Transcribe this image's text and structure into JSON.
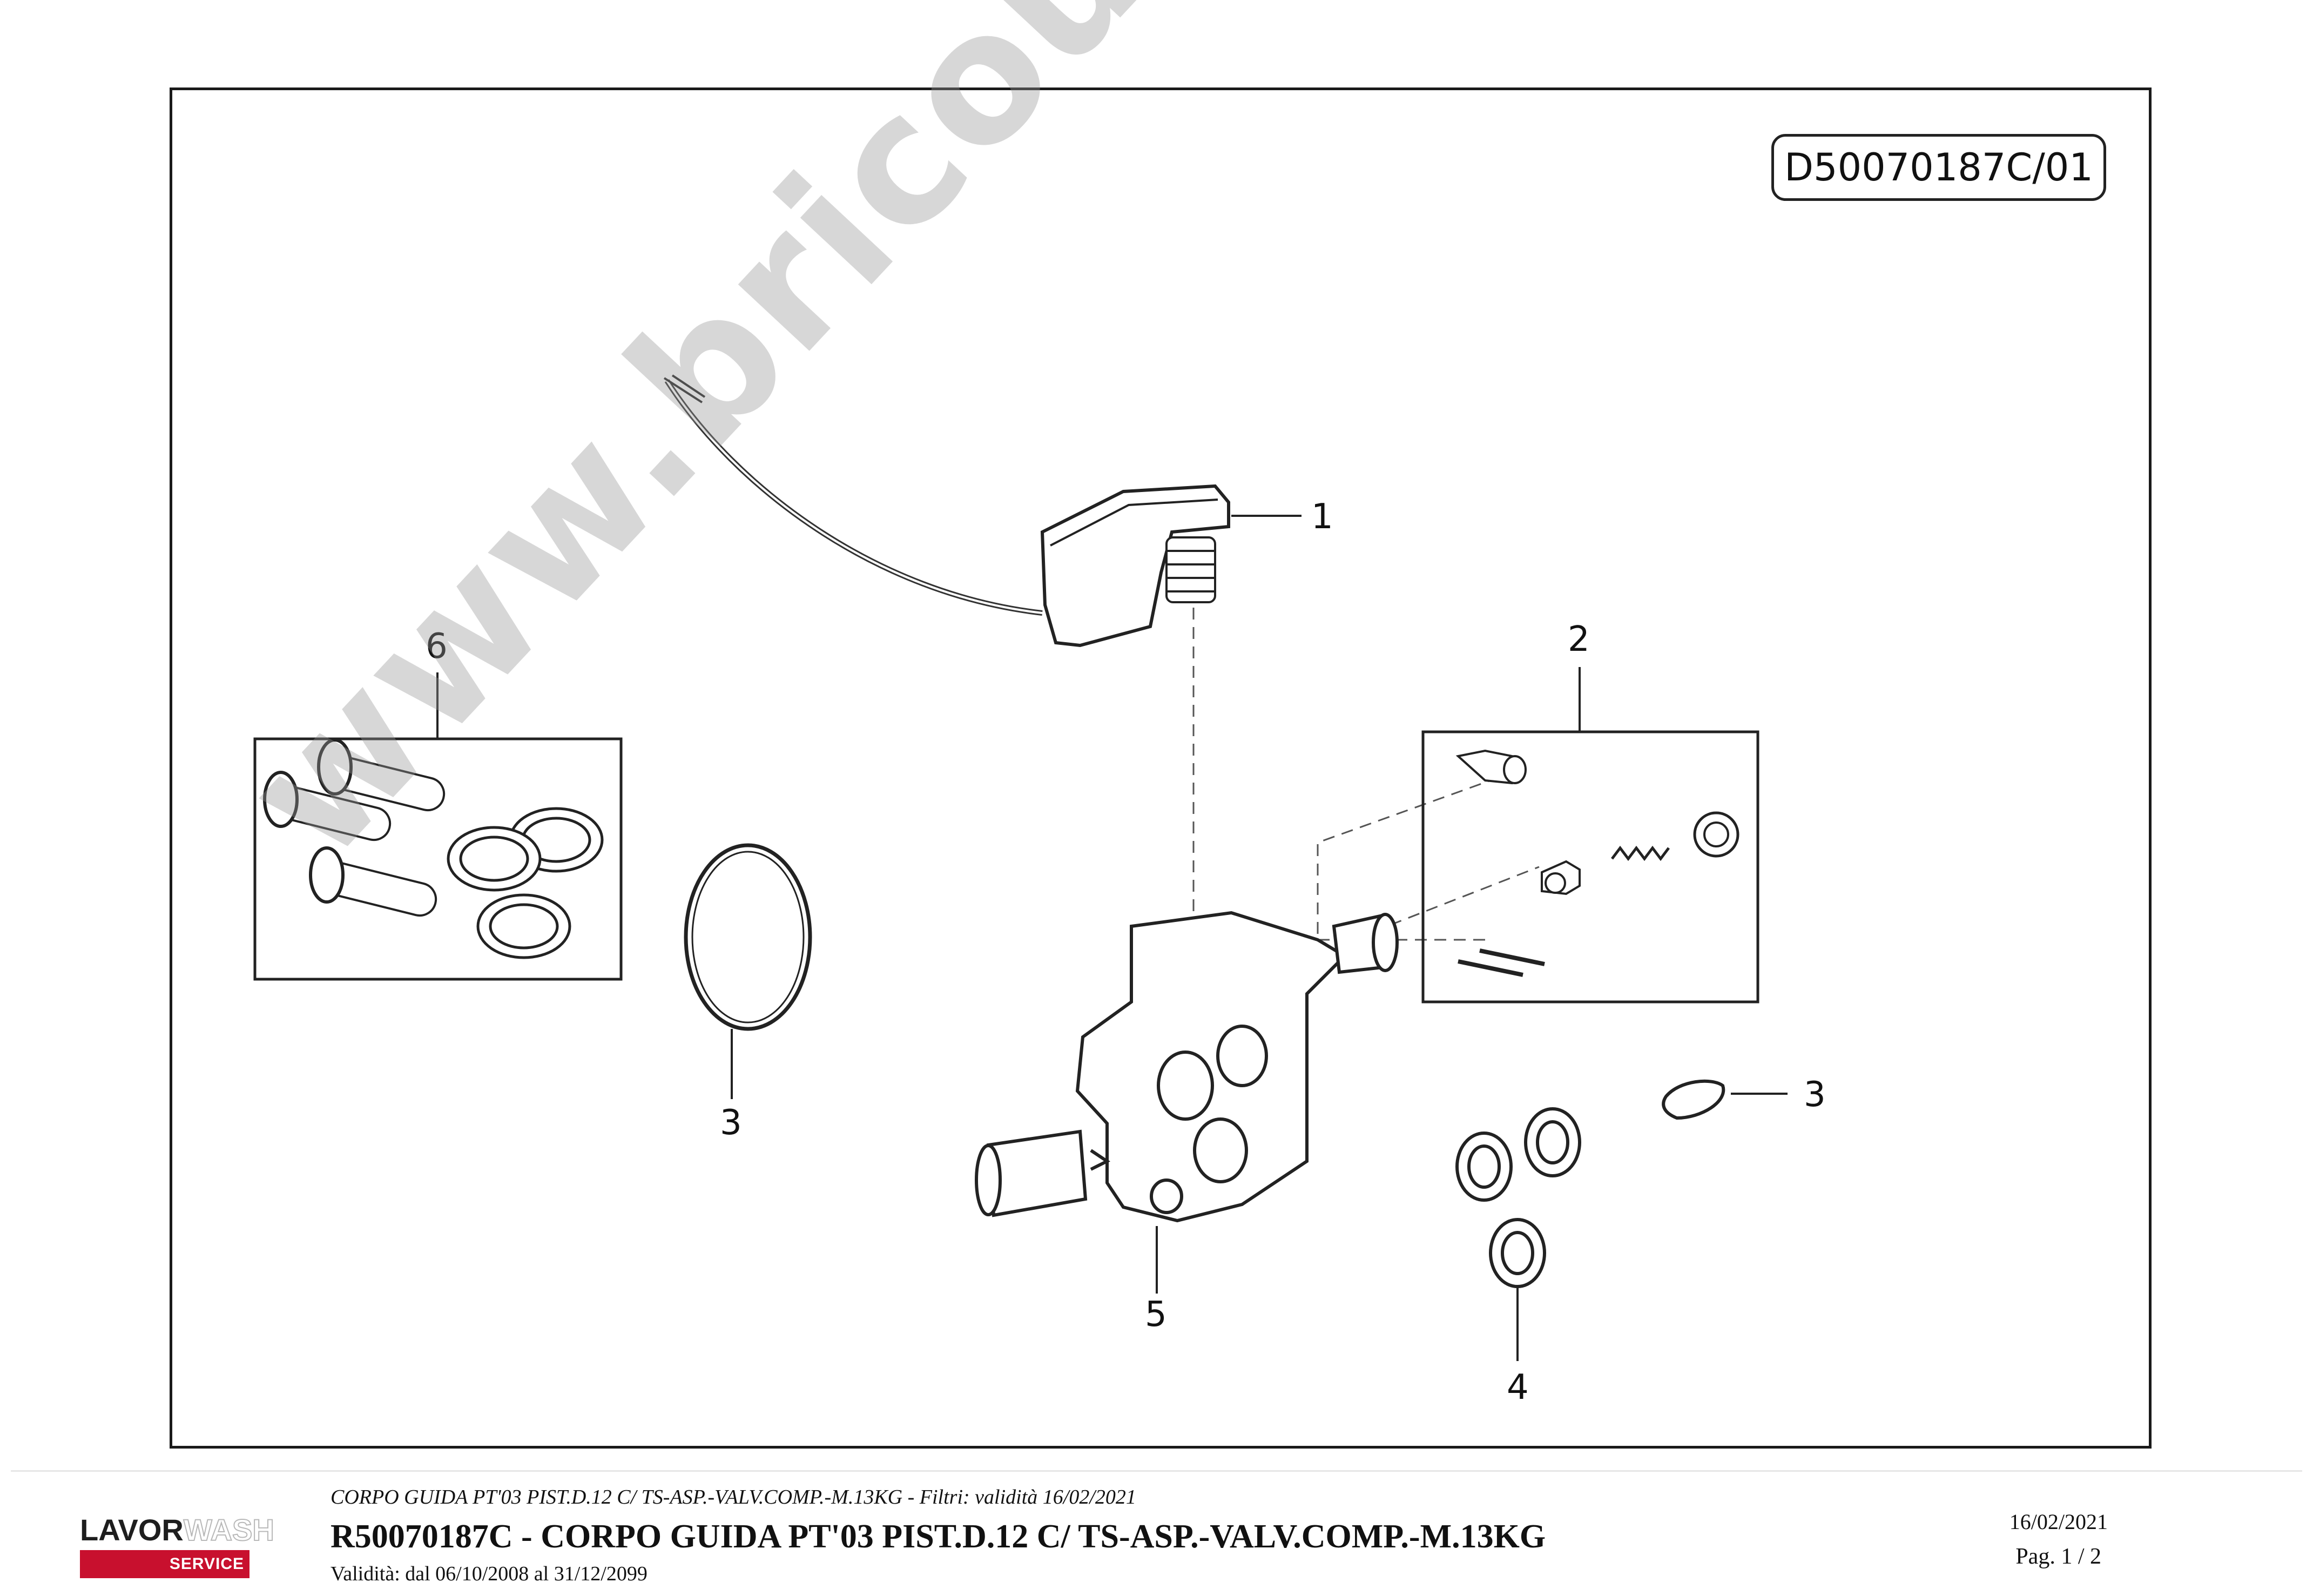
{
  "drawing": {
    "code": "D50070187C/01",
    "callouts": [
      "1",
      "2",
      "3",
      "3",
      "4",
      "5",
      "6"
    ]
  },
  "watermark": "www.bricoutensili.com",
  "footer": {
    "subtitle": "CORPO GUIDA PT'03 PIST.D.12 C/ TS-ASP.-VALV.COMP.-M.13KG - Filtri: validità 16/02/2021",
    "title": "R50070187C - CORPO GUIDA PT'03 PIST.D.12 C/ TS-ASP.-VALV.COMP.-M.13KG",
    "validity": "Validità: dal 06/10/2008 al 31/12/2099",
    "date": "16/02/2021",
    "page": "Pag. 1 / 2"
  },
  "logo": {
    "brand": "LAVOR",
    "wash": "WASH",
    "service": "SERVICE",
    "accent_color": "#c8102e"
  }
}
